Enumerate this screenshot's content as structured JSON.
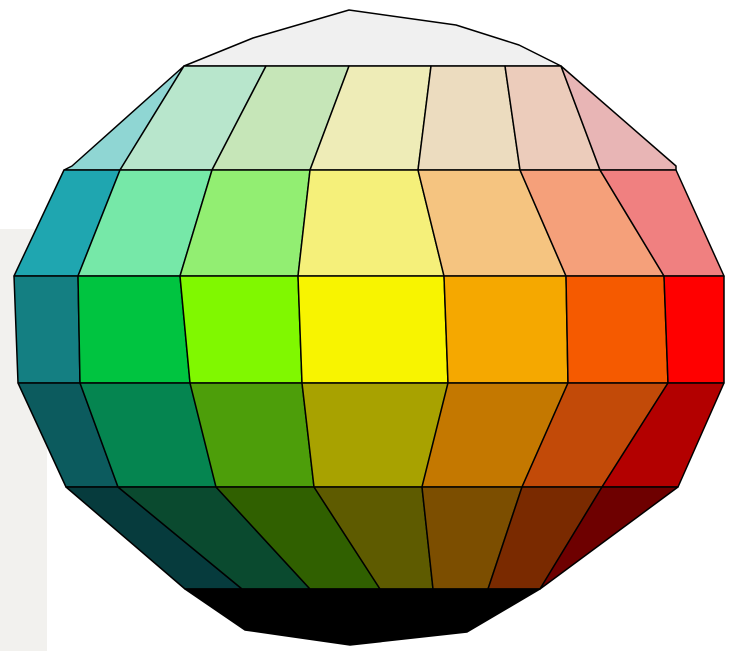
{
  "colors": {
    "background": "#ffffff",
    "backdrop": "#f2f1ee",
    "outline": "#000000",
    "top_cap": "#f0f0f0",
    "bottom_cap": "#000000"
  },
  "bands": [
    {
      "name": "light-ring",
      "fills": [
        "#8fd6d3",
        "#b8e6cc",
        "#c6e6b8",
        "#eeecb7",
        "#ecdcbf",
        "#ecccbb",
        "#e8b5b5"
      ]
    },
    {
      "name": "pastel-ring",
      "fills": [
        "#1fa6b0",
        "#76e8a8",
        "#92ee72",
        "#f5f07a",
        "#f5c480",
        "#f5a07a",
        "#f08080"
      ]
    },
    {
      "name": "equator-ring",
      "fills": [
        "#147f82",
        "#00c440",
        "#80f800",
        "#f8f400",
        "#f5a800",
        "#f55a00",
        "#ff0000"
      ]
    },
    {
      "name": "shadow-ring",
      "fills": [
        "#0c5b5e",
        "#058550",
        "#4d9e0a",
        "#a8a200",
        "#c47800",
        "#c24a08",
        "#b30000"
      ]
    },
    {
      "name": "dark-ring",
      "fills": [
        "#063b3d",
        "#0a4a2f",
        "#306000",
        "#5e5b00",
        "#7c4e00",
        "#7a2a00",
        "#6e0000"
      ]
    }
  ]
}
